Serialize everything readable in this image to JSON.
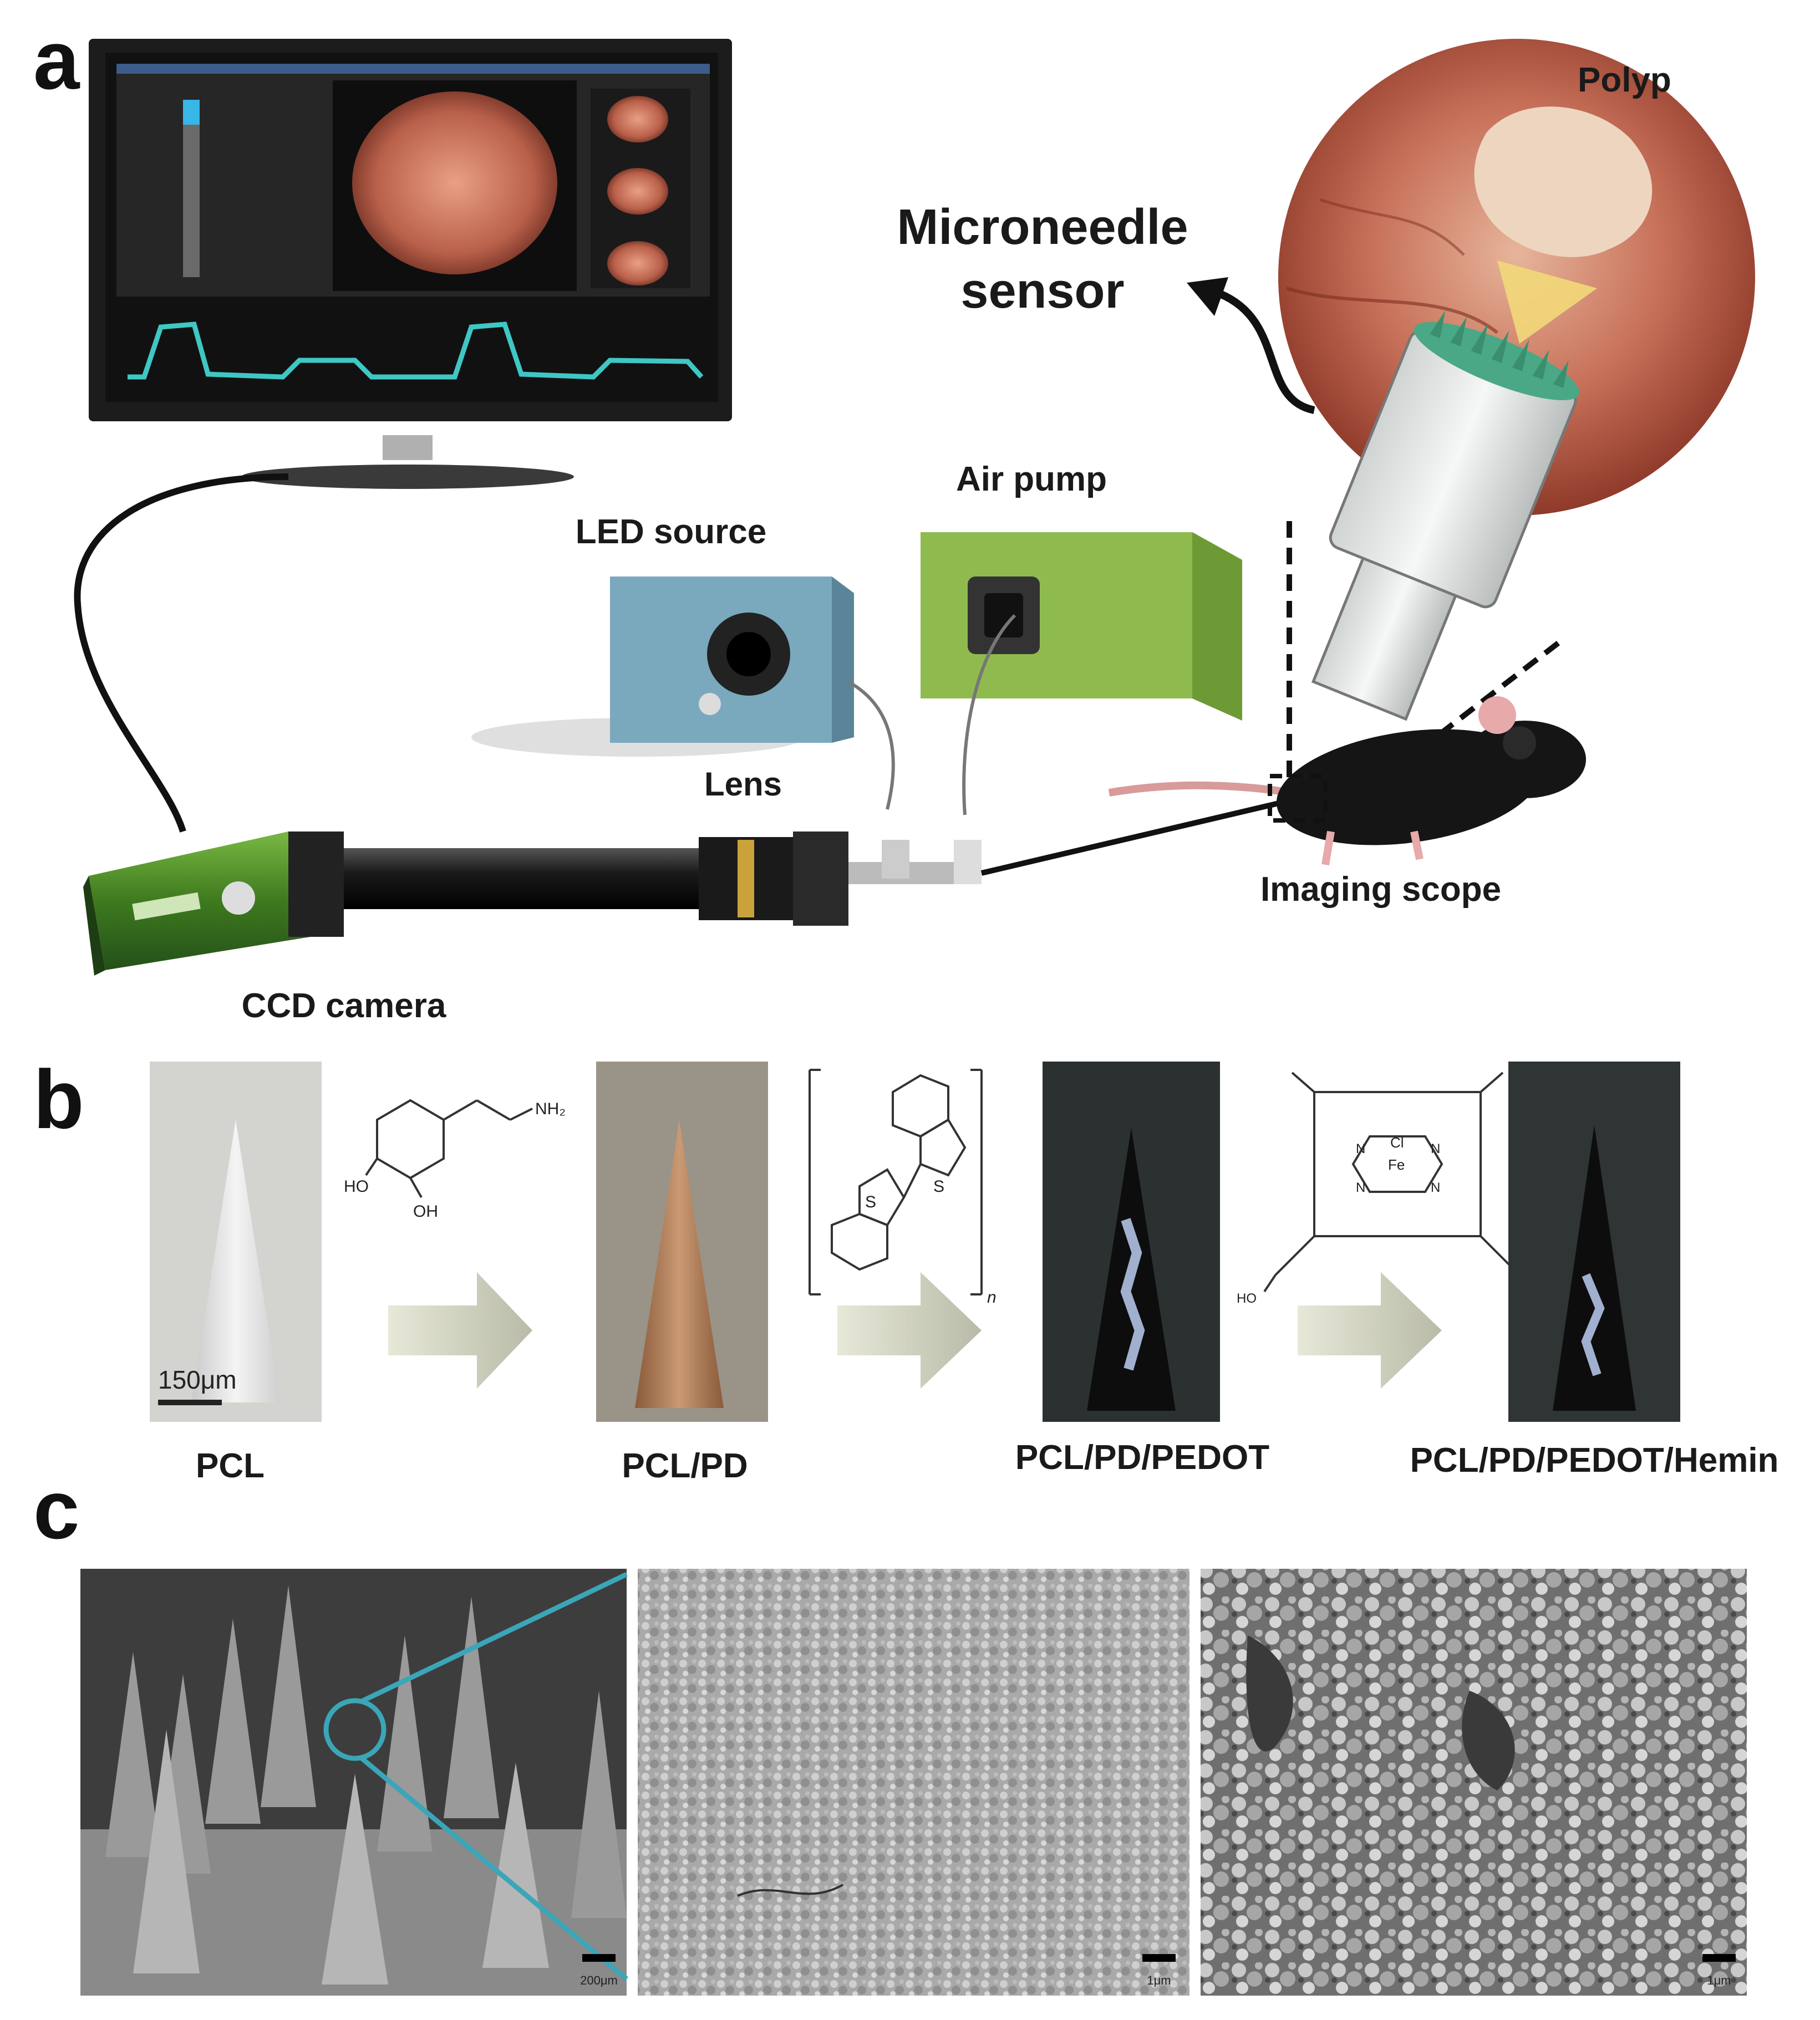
{
  "panels": {
    "a": {
      "letter": "a",
      "labels": {
        "polyp": "Polyp",
        "microneedle_line1": "Microneedle",
        "microneedle_line2": "sensor",
        "air_pump": "Air pump",
        "led_source": "LED source",
        "lens": "Lens",
        "imaging_scope": "Imaging scope",
        "ccd_camera": "CCD camera"
      }
    },
    "b": {
      "letter": "b",
      "stages": [
        "PCL",
        "PCL/PD",
        "PCL/PD/PEDOT",
        "PCL/PD/PEDOT/Hemin"
      ],
      "scale_bar": "150μm",
      "chem_dopamine": {
        "amine": "NH₂",
        "ho": "HO",
        "oh": "OH"
      },
      "chem_pedot": {
        "s1": "S",
        "s2": "S",
        "n": "n"
      },
      "chem_hemin": {
        "fe": "Fe",
        "cl": "Cl",
        "n": "N",
        "acid": "HO"
      }
    },
    "c": {
      "letter": "c",
      "scale_bars": [
        "200μm",
        "1μm",
        "1μm"
      ]
    }
  },
  "colors": {
    "camera_green": "#4f8a2c",
    "pump_green": "#9cc35a",
    "led_blue": "#7aa9bd",
    "cyan_trace": "#3fc7c4",
    "sem_highlight": "#3aa6b8"
  }
}
